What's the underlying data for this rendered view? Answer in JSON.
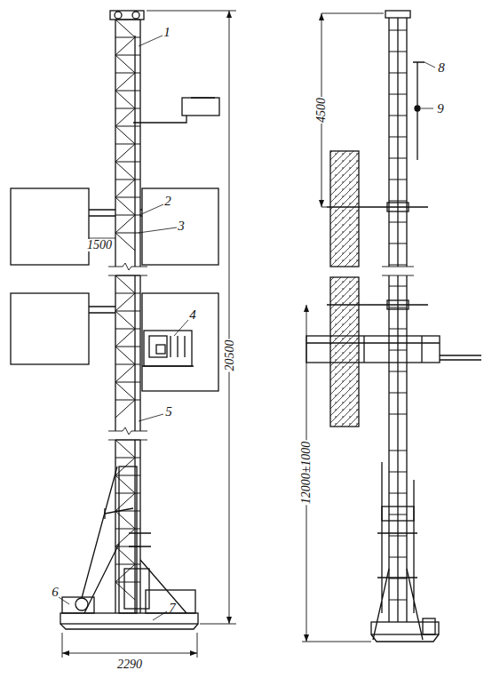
{
  "diagram": {
    "labels": [
      "1",
      "2",
      "3",
      "1500",
      "4",
      "5",
      "20500",
      "6",
      "7",
      "2290",
      "4500",
      "8",
      "9",
      "12000±1000"
    ]
  }
}
